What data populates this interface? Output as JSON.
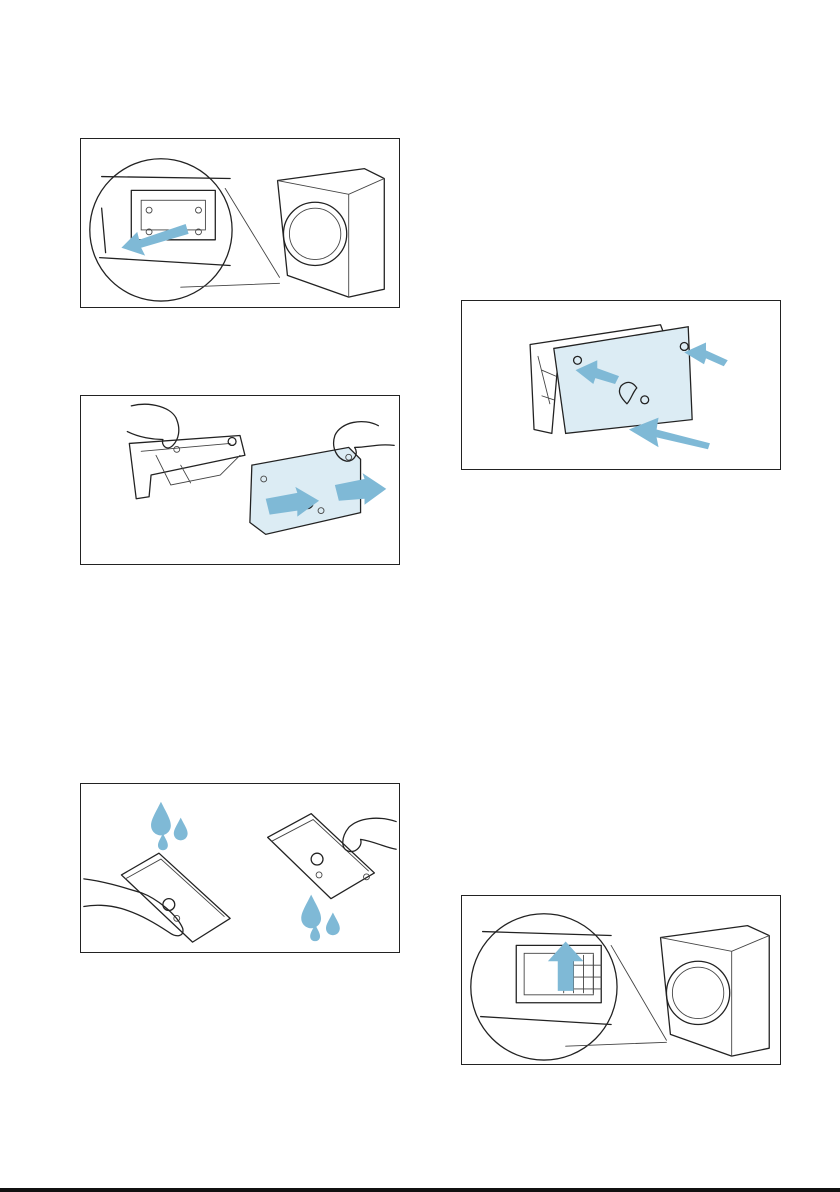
{
  "figures": [
    {
      "id": "fig-1",
      "subject": "remove-filter-from-dryer"
    },
    {
      "id": "fig-2",
      "subject": "separate-filter-parts"
    },
    {
      "id": "fig-3",
      "subject": "rinse-filter-under-water"
    },
    {
      "id": "fig-4",
      "subject": "reassemble-filter-parts"
    },
    {
      "id": "fig-5",
      "subject": "insert-filter-into-dryer"
    }
  ],
  "colors": {
    "accent_blue": "#7fb9d6",
    "panel_fill": "#dcecf4",
    "line": "#222222"
  },
  "icons": [
    "arrow-icon",
    "water-drop-icon",
    "hand-icon",
    "dryer-icon",
    "magnifier-circle-icon"
  ]
}
